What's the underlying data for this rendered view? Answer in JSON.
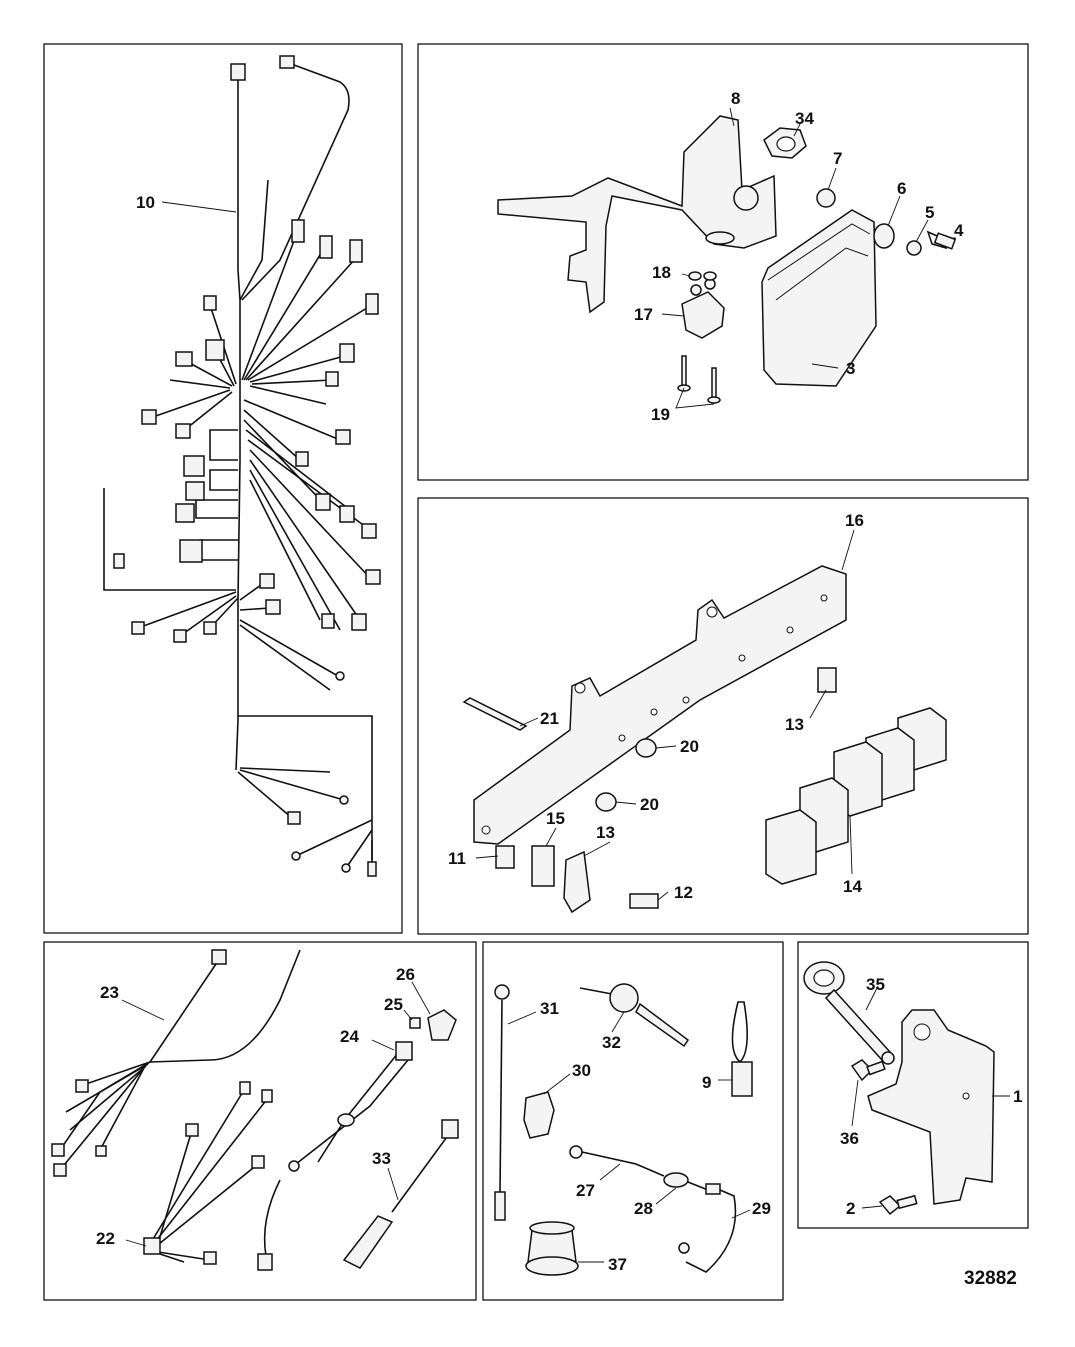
{
  "figure_code": "32882",
  "callouts": {
    "c1": "1",
    "c2": "2",
    "c3": "3",
    "c4": "4",
    "c5": "5",
    "c6": "6",
    "c7": "7",
    "c8": "8",
    "c9": "9",
    "c10": "10",
    "c11": "11",
    "c12": "12",
    "c13a": "13",
    "c13b": "13",
    "c14": "14",
    "c15": "15",
    "c16": "16",
    "c17": "17",
    "c18": "18",
    "c19": "19",
    "c20a": "20",
    "c20b": "20",
    "c21": "21",
    "c22": "22",
    "c23": "23",
    "c24": "24",
    "c25": "25",
    "c26": "26",
    "c27": "27",
    "c28": "28",
    "c29": "29",
    "c30": "30",
    "c31": "31",
    "c32": "32",
    "c33": "33",
    "c34": "34",
    "c35": "35",
    "c36": "36",
    "c37": "37"
  },
  "colors": {
    "line": "#111111",
    "background": "#ffffff",
    "part_fill": "#f4f4f4"
  }
}
